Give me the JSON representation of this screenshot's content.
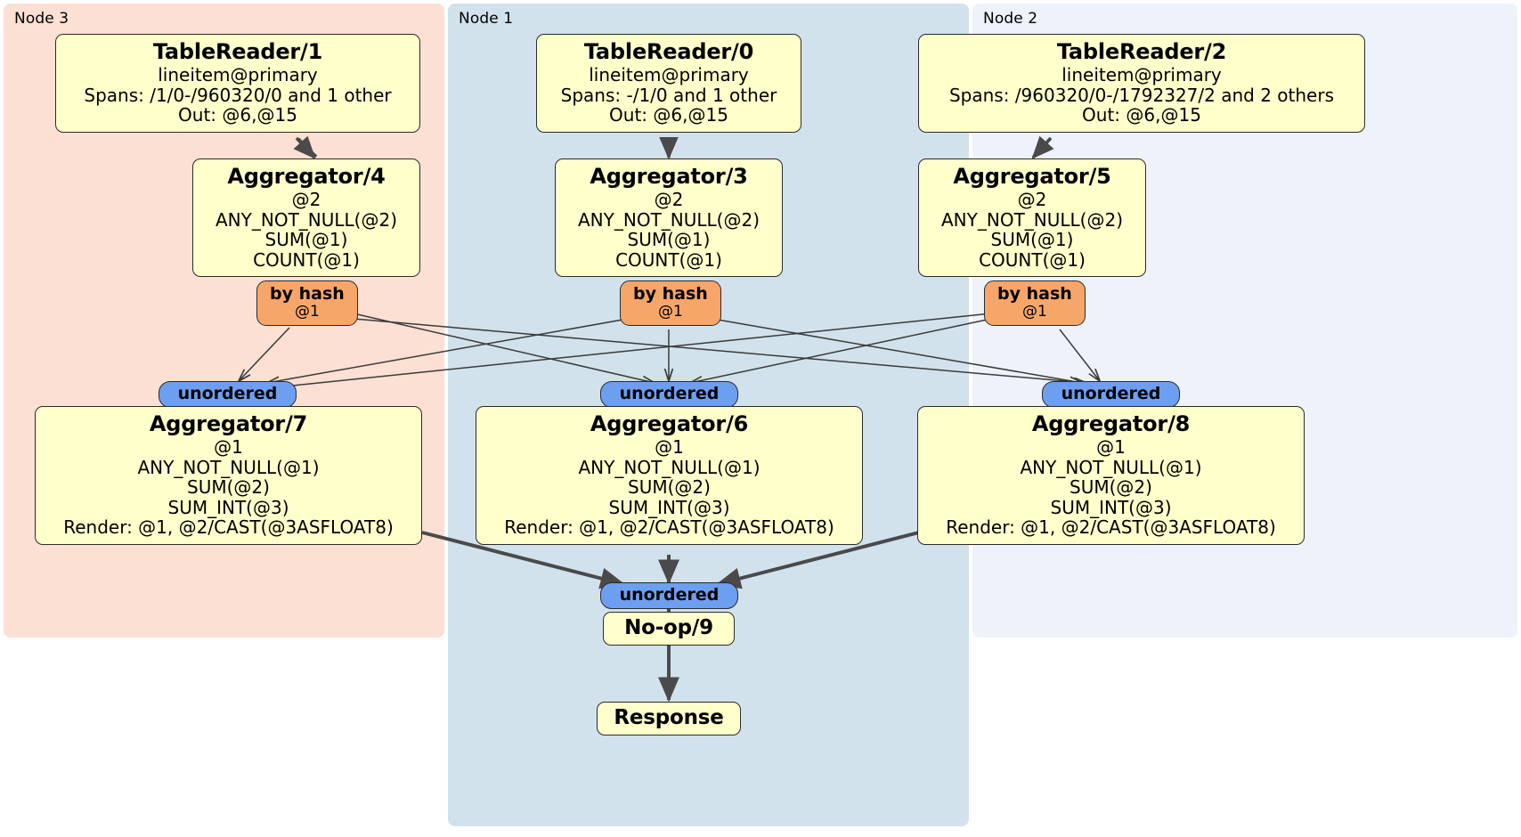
{
  "diagram": {
    "kind": "distributed-query-plan",
    "colors": {
      "node3_bg": "#fbe0d3",
      "node1_bg": "#d2e2ed",
      "node2_bg": "#edf2fb",
      "processor_fill": "#ffffcc",
      "processor_stroke": "#2b2b2b",
      "hash_router_fill": "#f7a66a",
      "sync_fill": "#6d9ff0",
      "edge_stroke": "#4a4a4a"
    }
  },
  "regions": [
    {
      "id": "node3",
      "label": "Node 3"
    },
    {
      "id": "node1",
      "label": "Node 1"
    },
    {
      "id": "node2",
      "label": "Node 2"
    }
  ],
  "processors": {
    "tablereader1": {
      "title": "TableReader/1",
      "lines": [
        "lineitem@primary",
        "Spans: /1/0-/960320/0 and 1 other",
        "Out: @6,@15"
      ]
    },
    "tablereader0": {
      "title": "TableReader/0",
      "lines": [
        "lineitem@primary",
        "Spans: -/1/0 and 1 other",
        "Out: @6,@15"
      ]
    },
    "tablereader2": {
      "title": "TableReader/2",
      "lines": [
        "lineitem@primary",
        "Spans: /960320/0-/1792327/2 and 2 others",
        "Out: @6,@15"
      ]
    },
    "aggregator4": {
      "title": "Aggregator/4",
      "lines": [
        "@2",
        "ANY_NOT_NULL(@2)",
        "SUM(@1)",
        "COUNT(@1)"
      ]
    },
    "aggregator3": {
      "title": "Aggregator/3",
      "lines": [
        "@2",
        "ANY_NOT_NULL(@2)",
        "SUM(@1)",
        "COUNT(@1)"
      ]
    },
    "aggregator5": {
      "title": "Aggregator/5",
      "lines": [
        "@2",
        "ANY_NOT_NULL(@2)",
        "SUM(@1)",
        "COUNT(@1)"
      ]
    },
    "aggregator7": {
      "title": "Aggregator/7",
      "lines": [
        "@1",
        "ANY_NOT_NULL(@1)",
        "SUM(@2)",
        "SUM_INT(@3)",
        "Render: @1, @2/CAST(@3ASFLOAT8)"
      ]
    },
    "aggregator6": {
      "title": "Aggregator/6",
      "lines": [
        "@1",
        "ANY_NOT_NULL(@1)",
        "SUM(@2)",
        "SUM_INT(@3)",
        "Render: @1, @2/CAST(@3ASFLOAT8)"
      ]
    },
    "aggregator8": {
      "title": "Aggregator/8",
      "lines": [
        "@1",
        "ANY_NOT_NULL(@1)",
        "SUM(@2)",
        "SUM_INT(@3)",
        "Render: @1, @2/CAST(@3ASFLOAT8)"
      ]
    },
    "noop9": {
      "title": "No-op/9",
      "lines": []
    },
    "response": {
      "title": "Response",
      "lines": []
    }
  },
  "routers": {
    "hash_left": {
      "title": "by hash",
      "sub": "@1"
    },
    "hash_mid": {
      "title": "by hash",
      "sub": "@1"
    },
    "hash_right": {
      "title": "by hash",
      "sub": "@1"
    }
  },
  "synchronizers": {
    "sync_left": {
      "title": "unordered"
    },
    "sync_mid": {
      "title": "unordered"
    },
    "sync_right": {
      "title": "unordered"
    },
    "sync_final": {
      "title": "unordered"
    }
  }
}
